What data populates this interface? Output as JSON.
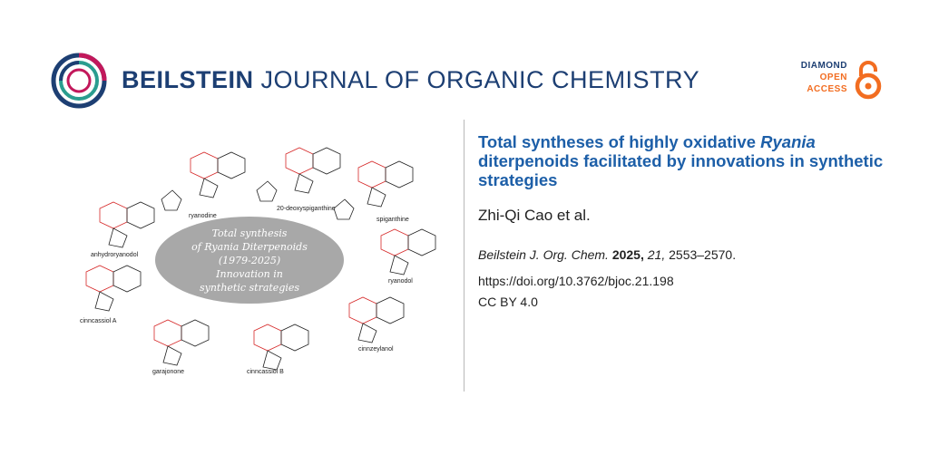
{
  "header": {
    "journal_bold": "BEILSTEIN",
    "journal_rest": "JOURNAL OF ORGANIC CHEMISTRY",
    "badge": {
      "line1": "DIAMOND",
      "line2": "OPEN",
      "line3": "ACCESS"
    }
  },
  "graphic": {
    "center_text": [
      "Total synthesis",
      "of Ryania Diterpenoids",
      "(1979-2025)",
      "Innovation in",
      "synthetic strategies"
    ],
    "compounds": [
      "ryanodine",
      "20-deoxyspiganthine",
      "spiganthine",
      "anhydroryanodol",
      "ryanodol",
      "cinncassiol A",
      "cinnzeylanol",
      "garajonone",
      "cinncassiol B"
    ]
  },
  "article": {
    "title_part1": "Total syntheses of highly oxidative ",
    "title_italic": "Ryania",
    "title_part2": " diterpenoids facilitated by innovations in synthetic strategies",
    "authors": "Zhi-Qi Cao et al.",
    "citation_journal": "Beilstein J. Org. Chem.",
    "citation_year": "2025,",
    "citation_volume": "21,",
    "citation_pages": "2553–2570.",
    "doi": "https://doi.org/10.3762/bjoc.21.198",
    "license": "CC BY 4.0"
  },
  "colors": {
    "navy": "#1d3f73",
    "orange": "#f26d21",
    "blue": "#1d5fa8",
    "red": "#d62828",
    "oval": "#a8a8a8"
  }
}
